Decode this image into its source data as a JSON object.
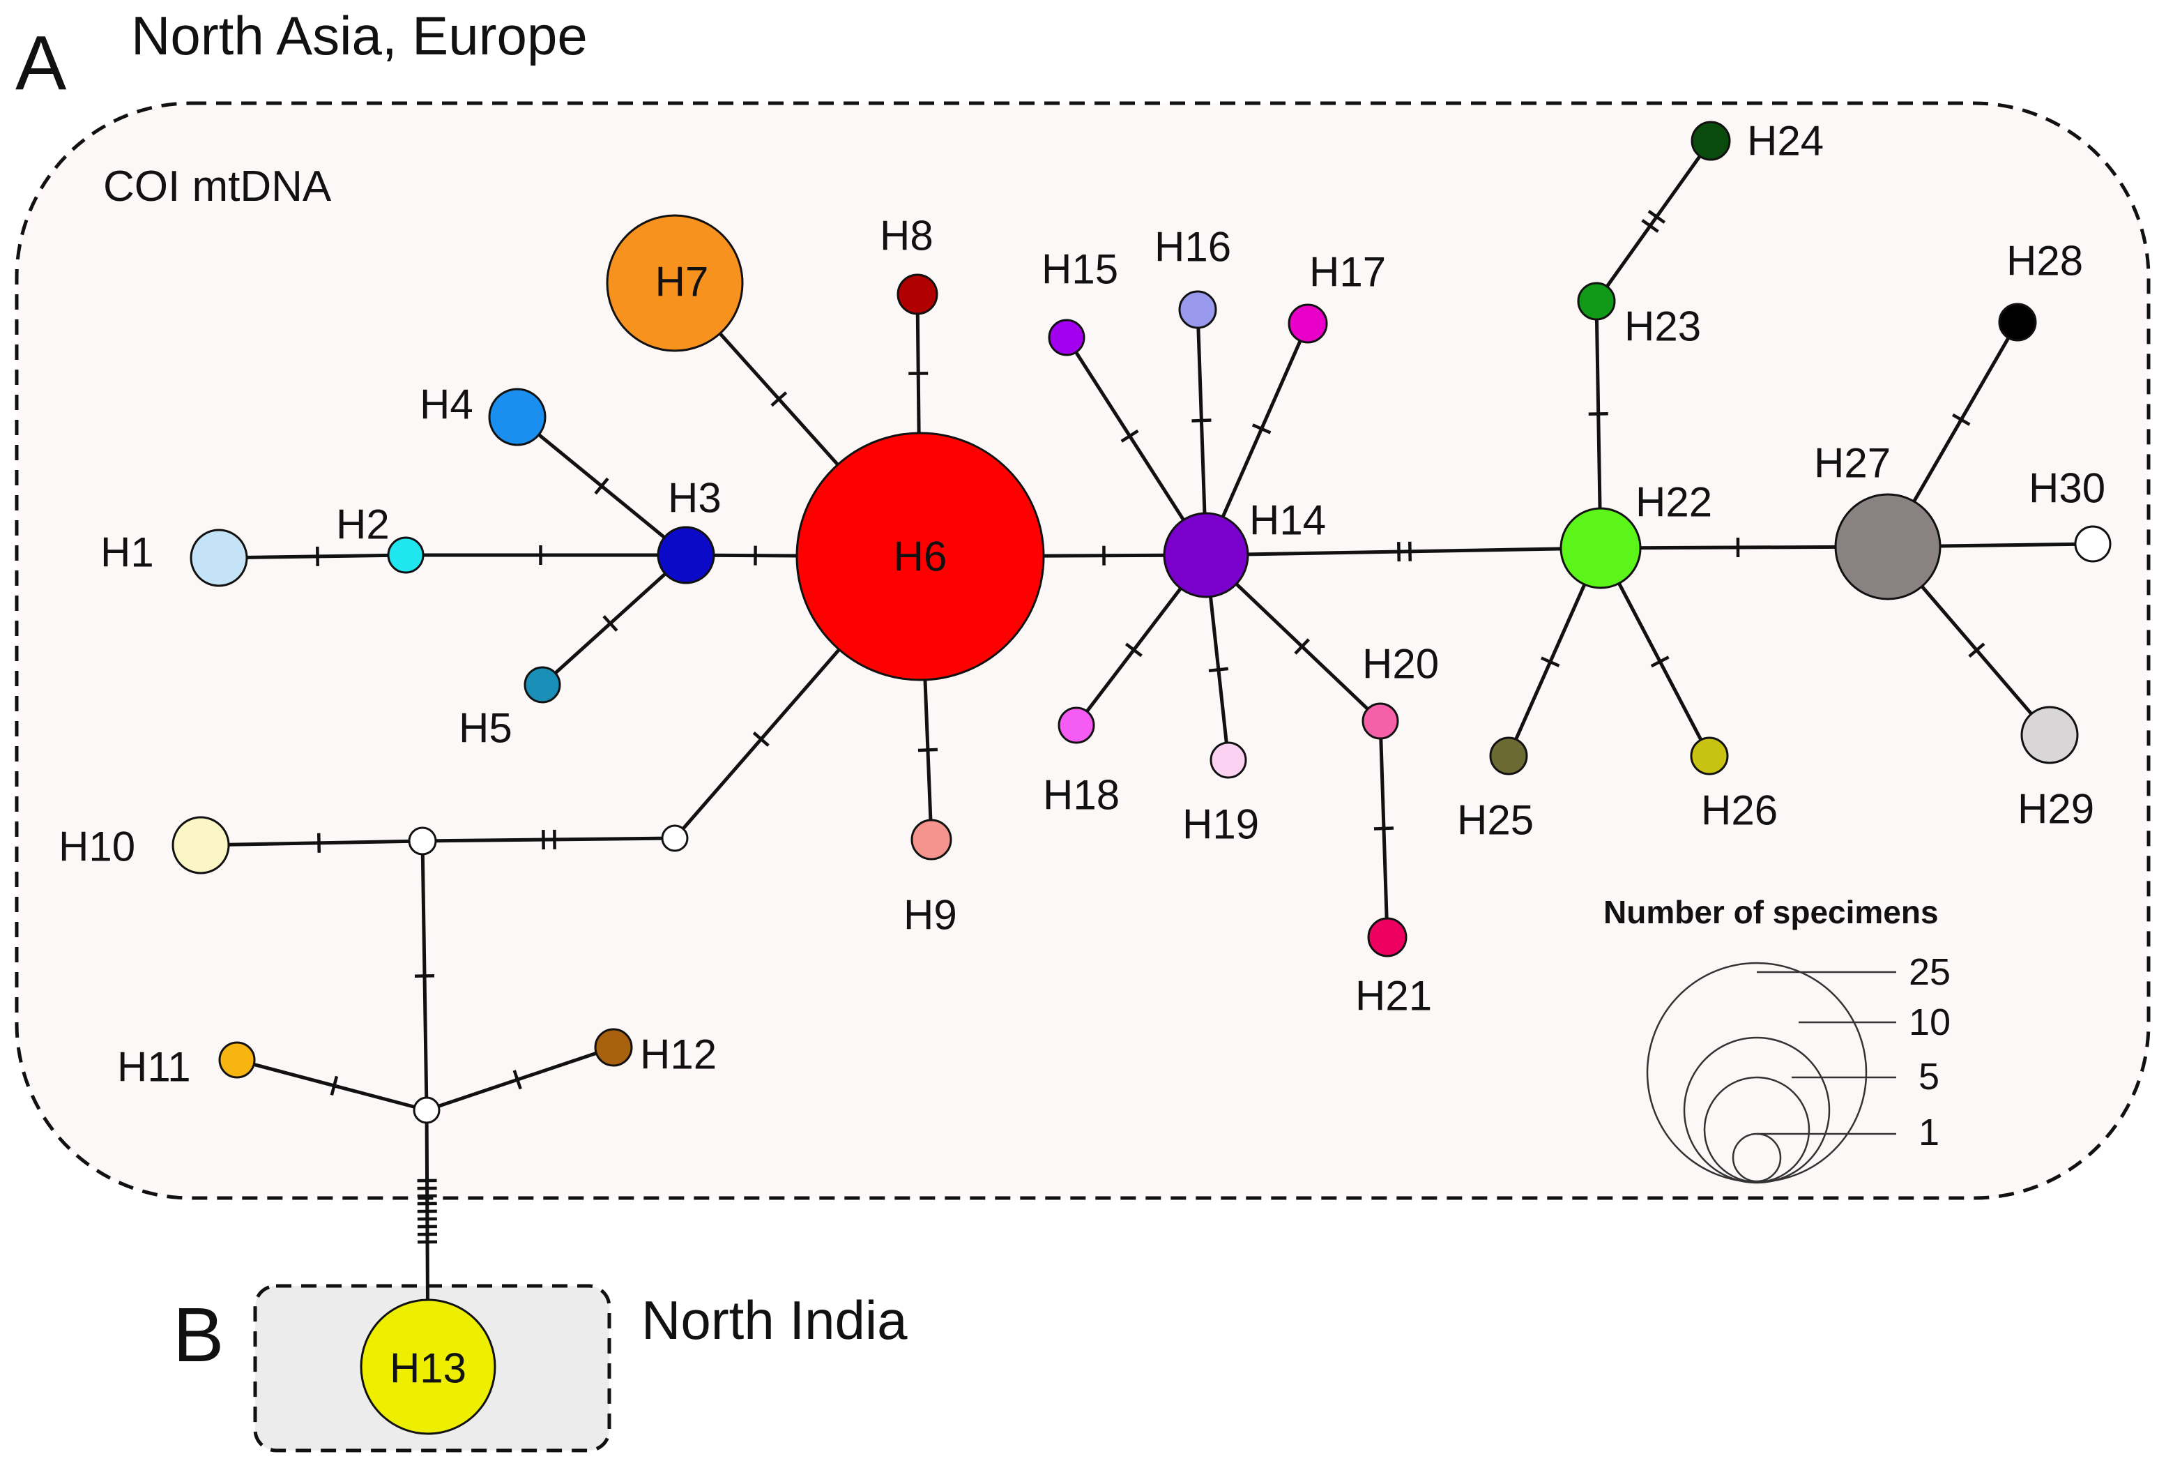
{
  "panels": {
    "a": {
      "letter": "A",
      "region": "North Asia, Europe",
      "marker": "COI mtDNA"
    },
    "b": {
      "letter": "B",
      "region": "North India"
    }
  },
  "legend": {
    "title": "Number of specimens",
    "values": [
      "25",
      "10",
      "5",
      "1"
    ]
  },
  "haplotypes": [
    {
      "id": "H1",
      "color": "#c5e3f6",
      "count": 3
    },
    {
      "id": "H2",
      "color": "#1fe6ef",
      "count": 1
    },
    {
      "id": "H3",
      "color": "#0a0ac8",
      "count": 2
    },
    {
      "id": "H4",
      "color": "#1a8fef",
      "count": 2
    },
    {
      "id": "H5",
      "color": "#1a90b8",
      "count": 1
    },
    {
      "id": "H6",
      "color": "#ff0000",
      "count": 25
    },
    {
      "id": "H7",
      "color": "#f7921e",
      "count": 8
    },
    {
      "id": "H8",
      "color": "#b00000",
      "count": 1
    },
    {
      "id": "H9",
      "color": "#f5948c",
      "count": 1
    },
    {
      "id": "H10",
      "color": "#fbf6c6",
      "count": 2
    },
    {
      "id": "H11",
      "color": "#f8b512",
      "count": 1
    },
    {
      "id": "H12",
      "color": "#a8610e",
      "count": 1
    },
    {
      "id": "H13",
      "color": "#eeee00",
      "count": 8
    },
    {
      "id": "H14",
      "color": "#7a00cc",
      "count": 3
    },
    {
      "id": "H15",
      "color": "#a400f0",
      "count": 1
    },
    {
      "id": "H16",
      "color": "#9999ee",
      "count": 1
    },
    {
      "id": "H17",
      "color": "#e800c8",
      "count": 1
    },
    {
      "id": "H18",
      "color": "#f45cf4",
      "count": 1
    },
    {
      "id": "H19",
      "color": "#fcd2f3",
      "count": 1
    },
    {
      "id": "H20",
      "color": "#f660a8",
      "count": 1
    },
    {
      "id": "H21",
      "color": "#ee0060",
      "count": 1
    },
    {
      "id": "H22",
      "color": "#5cf51a",
      "count": 3
    },
    {
      "id": "H23",
      "color": "#109a18",
      "count": 1
    },
    {
      "id": "H24",
      "color": "#0a4a0c",
      "count": 1
    },
    {
      "id": "H25",
      "color": "#6b6a33",
      "count": 1
    },
    {
      "id": "H26",
      "color": "#c8c212",
      "count": 1
    },
    {
      "id": "H27",
      "color": "#8a8282",
      "count": 5
    },
    {
      "id": "H28",
      "color": "#000000",
      "count": 1
    },
    {
      "id": "H29",
      "color": "#d8d6d6",
      "count": 2
    },
    {
      "id": "H30",
      "color": "#ffffff",
      "count": 1
    }
  ],
  "median_vector_color": "#ffffff",
  "links": [
    {
      "from": "H1",
      "to": "H2",
      "mutations": 1
    },
    {
      "from": "H2",
      "to": "H3",
      "mutations": 1
    },
    {
      "from": "H4",
      "to": "H3",
      "mutations": 1
    },
    {
      "from": "H5",
      "to": "H3",
      "mutations": 1
    },
    {
      "from": "H3",
      "to": "H6",
      "mutations": 1
    },
    {
      "from": "H7",
      "to": "H6",
      "mutations": 1
    },
    {
      "from": "H8",
      "to": "H6",
      "mutations": 1
    },
    {
      "from": "H9",
      "to": "H6",
      "mutations": 1
    },
    {
      "from": "H6",
      "to": "H14",
      "mutations": 1
    },
    {
      "from": "H6",
      "to": "mv1",
      "mutations": 1
    },
    {
      "from": "mv1",
      "to": "mv2",
      "mutations": 2
    },
    {
      "from": "H10",
      "to": "mv2",
      "mutations": 1
    },
    {
      "from": "mv2",
      "to": "mv3",
      "mutations": 1
    },
    {
      "from": "H11",
      "to": "mv3",
      "mutations": 1
    },
    {
      "from": "H12",
      "to": "mv3",
      "mutations": 1
    },
    {
      "from": "mv3",
      "to": "H13",
      "mutations": 9
    },
    {
      "from": "H15",
      "to": "H14",
      "mutations": 1
    },
    {
      "from": "H16",
      "to": "H14",
      "mutations": 1
    },
    {
      "from": "H17",
      "to": "H14",
      "mutations": 1
    },
    {
      "from": "H18",
      "to": "H14",
      "mutations": 1
    },
    {
      "from": "H19",
      "to": "H14",
      "mutations": 1
    },
    {
      "from": "H20",
      "to": "H14",
      "mutations": 1
    },
    {
      "from": "H21",
      "to": "H20",
      "mutations": 1
    },
    {
      "from": "H14",
      "to": "H22",
      "mutations": 2
    },
    {
      "from": "H23",
      "to": "H22",
      "mutations": 1
    },
    {
      "from": "H24",
      "to": "H23",
      "mutations": 2
    },
    {
      "from": "H25",
      "to": "H22",
      "mutations": 1
    },
    {
      "from": "H26",
      "to": "H22",
      "mutations": 1
    },
    {
      "from": "H22",
      "to": "H27",
      "mutations": 1
    },
    {
      "from": "H28",
      "to": "H27",
      "mutations": 1
    },
    {
      "from": "H29",
      "to": "H27",
      "mutations": 1
    },
    {
      "from": "H30",
      "to": "H27",
      "mutations": 0
    }
  ]
}
